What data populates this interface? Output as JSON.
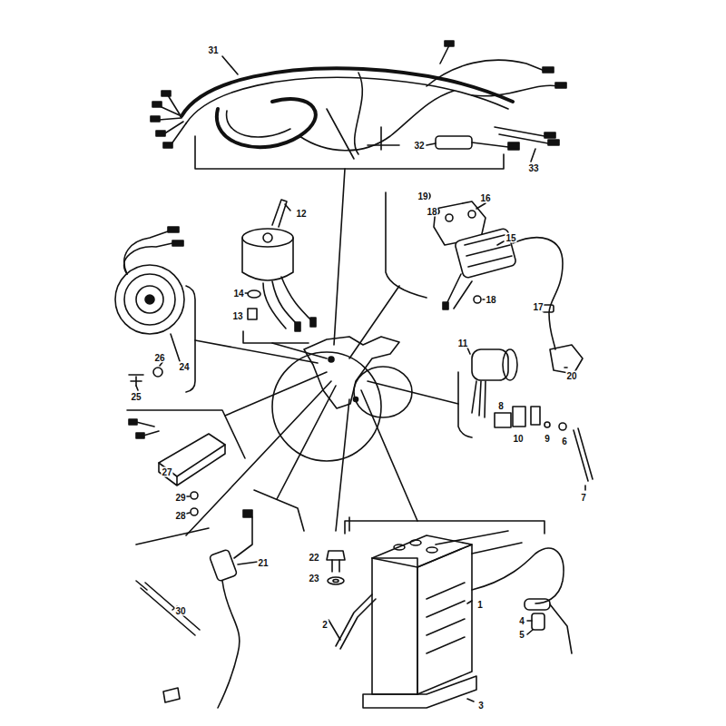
{
  "diagram": {
    "labels": [
      "31",
      "32",
      "33",
      "19",
      "18",
      "16",
      "12",
      "15",
      "14",
      "13",
      "18",
      "17",
      "24",
      "26",
      "25",
      "11",
      "20",
      "8",
      "10",
      "9",
      "6",
      "7",
      "27",
      "29",
      "28",
      "30",
      "21",
      "22",
      "23",
      "2",
      "1",
      "4",
      "5",
      "3"
    ]
  }
}
